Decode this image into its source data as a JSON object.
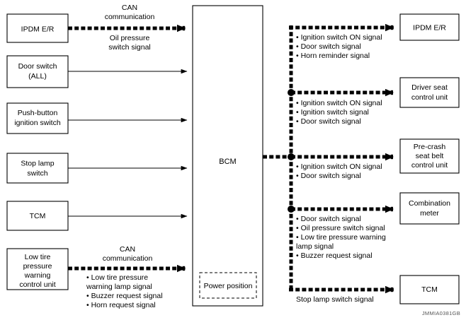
{
  "diagram": {
    "title": "BCM signal flow block diagram",
    "watermark": "JMMIA0381GB",
    "colors": {
      "line": "#000000",
      "box_fill": "#ffffff",
      "background": "#ffffff"
    },
    "center_unit": {
      "label": "BCM",
      "sub_block_label": "Power position"
    },
    "inputs": [
      {
        "id": "ipdm-er",
        "label_lines": [
          "IPDM E/R"
        ],
        "connection_type": "CAN",
        "annotations_above": [
          "CAN",
          "communication"
        ],
        "annotations_below": [
          "Oil pressure",
          "switch signal"
        ]
      },
      {
        "id": "door-switch-all",
        "label_lines": [
          "Door switch",
          "(ALL)"
        ],
        "connection_type": "signal",
        "annotations_above": [],
        "annotations_below": []
      },
      {
        "id": "push-button-ignition-switch",
        "label_lines": [
          "Push-button",
          "ignition switch"
        ],
        "connection_type": "signal",
        "annotations_above": [],
        "annotations_below": []
      },
      {
        "id": "stop-lamp-switch",
        "label_lines": [
          "Stop lamp",
          "switch"
        ],
        "connection_type": "signal",
        "annotations_above": [],
        "annotations_below": []
      },
      {
        "id": "tcm",
        "label_lines": [
          "TCM"
        ],
        "connection_type": "signal",
        "annotations_above": [],
        "annotations_below": []
      },
      {
        "id": "low-tire-pressure-warning-control-unit",
        "label_lines": [
          "Low tire",
          "pressure",
          "warning",
          "control unit"
        ],
        "connection_type": "CAN",
        "annotations_above": [
          "CAN",
          "communication"
        ],
        "annotations_below": [
          "• Low tire pressure",
          "   warning lamp signal",
          "• Buzzer request signal",
          "• Horn request signal"
        ]
      }
    ],
    "outputs": [
      {
        "id": "ipdm-er-out",
        "label_lines": [
          "IPDM E/R"
        ],
        "connection_type": "CAN",
        "signals": [
          "• Ignition switch ON signal",
          "• Door switch signal",
          "• Horn reminder signal"
        ]
      },
      {
        "id": "driver-seat-control-unit",
        "label_lines": [
          "Driver seat",
          "control unit"
        ],
        "connection_type": "CAN",
        "signals": [
          "• Ignition switch ON signal",
          "• Ignition switch signal",
          "• Door switch signal"
        ]
      },
      {
        "id": "pre-crash-seat-belt-control-unit",
        "label_lines": [
          "Pre-crash",
          "seat belt",
          "control unit"
        ],
        "connection_type": "CAN",
        "signals": [
          "• Ignition switch ON signal",
          "• Door switch signal"
        ]
      },
      {
        "id": "combination-meter",
        "label_lines": [
          "Combination",
          "meter"
        ],
        "connection_type": "CAN",
        "signals": [
          "• Door switch signal",
          "• Oil pressure switch signal",
          "• Low tire pressure warning",
          "   lamp signal",
          "• Buzzer request signal"
        ]
      },
      {
        "id": "tcm-out",
        "label_lines": [
          "TCM"
        ],
        "connection_type": "CAN",
        "signals": [
          "Stop lamp switch signal"
        ]
      }
    ]
  }
}
